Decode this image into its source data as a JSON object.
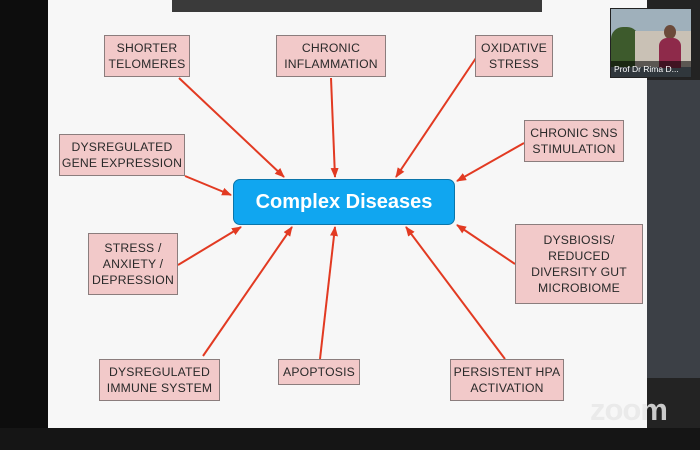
{
  "diagram": {
    "center": "Complex Diseases",
    "nodes": [
      {
        "id": "telomeres",
        "label": "SHORTER TELOMERES"
      },
      {
        "id": "inflammation",
        "label": "CHRONIC INFLAMMATION"
      },
      {
        "id": "oxidative",
        "label": "OXIDATIVE STRESS"
      },
      {
        "id": "sns",
        "label": "CHRONIC SNS STIMULATION"
      },
      {
        "id": "gene",
        "label": "DYSREGULATED GENE EXPRESSION"
      },
      {
        "id": "dysbiosis",
        "label": "DYSBIOSIS/ REDUCED DIVERSITY GUT MICROBIOME"
      },
      {
        "id": "stress",
        "label": "STRESS / ANXIETY / DEPRESSION"
      },
      {
        "id": "immune",
        "label": "DYSREGULATED IMMUNE SYSTEM"
      },
      {
        "id": "apoptosis",
        "label": "APOPTOSIS"
      },
      {
        "id": "hpa",
        "label": "PERSISTENT HPA ACTIVATION"
      }
    ]
  },
  "video": {
    "participant_name": "Prof Dr Rima D..."
  },
  "app": {
    "watermark": "zoom"
  },
  "colors": {
    "arrow": "#e23a22",
    "node_fill": "#f2c9c9",
    "center_fill": "#10a6f0"
  }
}
